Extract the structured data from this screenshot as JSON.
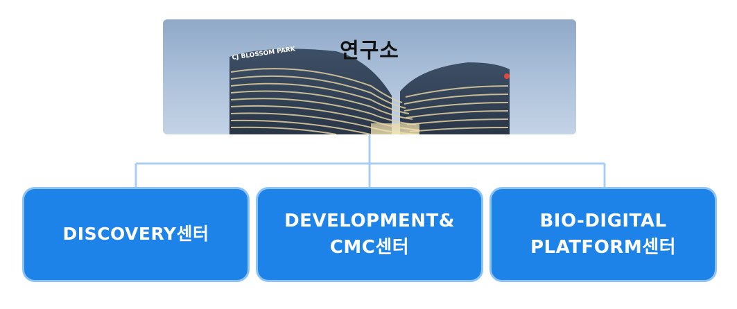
{
  "diagram": {
    "root": {
      "label": "연구소",
      "image": "cj-blossom-park-building-photo",
      "sign_text": "CJ BLOSSOM PARK"
    },
    "children": [
      {
        "label": "DISCOVERY센터"
      },
      {
        "label": "DEVELOPMENT&\nCMC센터"
      },
      {
        "label": "BIO-DIGITAL\nPLATFORM센터"
      }
    ],
    "colors": {
      "box_fill": "#1e83e8",
      "box_border": "#8cc3f7",
      "connector": "#a9ccf2",
      "root_text": "#111111",
      "child_text": "#ffffff"
    }
  }
}
